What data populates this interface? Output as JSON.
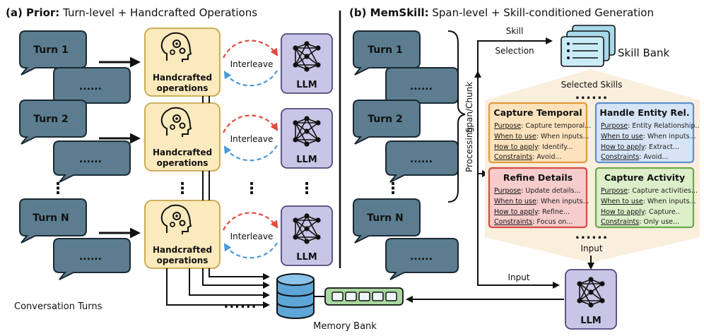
{
  "left_panel": {
    "title_bold": "(a) Prior:",
    "title_rest": " Turn-level + Handcrafted Operations",
    "turns": [
      "Turn 1",
      "Turn 2",
      "Turn N"
    ],
    "ellipsis": "......",
    "vertical_ellipsis": "⋮",
    "handcrafted_line1": "Handcrafted",
    "handcrafted_line2": "operations",
    "interleave": "Interleave",
    "llm": "LLM",
    "conversation_turns": "Conversation Turns",
    "memory_bank": "Memory Bank"
  },
  "right_panel": {
    "title_bold": "(b) MemSkill:",
    "title_rest": " Span-level + Skill-conditioned Generation",
    "turns": [
      "Turn 1",
      "Turn 2",
      "Turn N"
    ],
    "ellipsis": "......",
    "span_chunk": "Span/Chunk",
    "processing": "Processing",
    "skill_word": "Skill",
    "selection_word": "Selection",
    "skill_bank": "Skill Bank",
    "selected_skills": "Selected Skills",
    "hex_dots_top": "......",
    "hex_dots_bottom": "......",
    "input_in_hex": "Input",
    "input_arrow": "Input",
    "llm": "LLM",
    "skills": [
      {
        "title": "Capture Temporal",
        "rows": [
          {
            "key": "Purpose",
            "val": ": Capture temporal..."
          },
          {
            "key": "When to use",
            "val": ": When inputs..."
          },
          {
            "key": "How to apply",
            "val": ": Identify..."
          },
          {
            "key": "Constraints",
            "val": ": Avoid..."
          }
        ]
      },
      {
        "title": "Handle Entity Rel.",
        "rows": [
          {
            "key": "Purpose",
            "val": ": Entity Relationship.."
          },
          {
            "key": "When to use",
            "val": ": When inputs..."
          },
          {
            "key": "How to apply",
            "val": ": Extract..."
          },
          {
            "key": "Constraints",
            "val": ": Avoid..."
          }
        ]
      },
      {
        "title": "Refine Details",
        "rows": [
          {
            "key": "Purpose",
            "val": ": Update details..."
          },
          {
            "key": "When to use",
            "val": ": When inputs..."
          },
          {
            "key": "How to apply",
            "val": ": Refine..."
          },
          {
            "key": "Constraints",
            "val": ": Focus on..."
          }
        ]
      },
      {
        "title": "Capture Activity",
        "rows": [
          {
            "key": "Purpose",
            "val": ": Capture activities..."
          },
          {
            "key": "When to use",
            "val": ": When inputs..."
          },
          {
            "key": "How to apply",
            "val": ": Capture.."
          },
          {
            "key": "Constraints",
            "val": ": Only use..."
          }
        ]
      }
    ]
  },
  "colors": {
    "bubble": "#5b7d8f",
    "handcrafted_fill": "#fbeabd",
    "llm_fill": "#c9c5e6",
    "interleave_red": "#e04a3c",
    "interleave_blue": "#4b9ad8",
    "skill_orange_fill": "#fde3bd",
    "skill_blue_fill": "#d6e4f5",
    "skill_red_fill": "#f6cccc",
    "skill_green_fill": "#dcefc9",
    "hexagon_fill": "#faeedd"
  }
}
